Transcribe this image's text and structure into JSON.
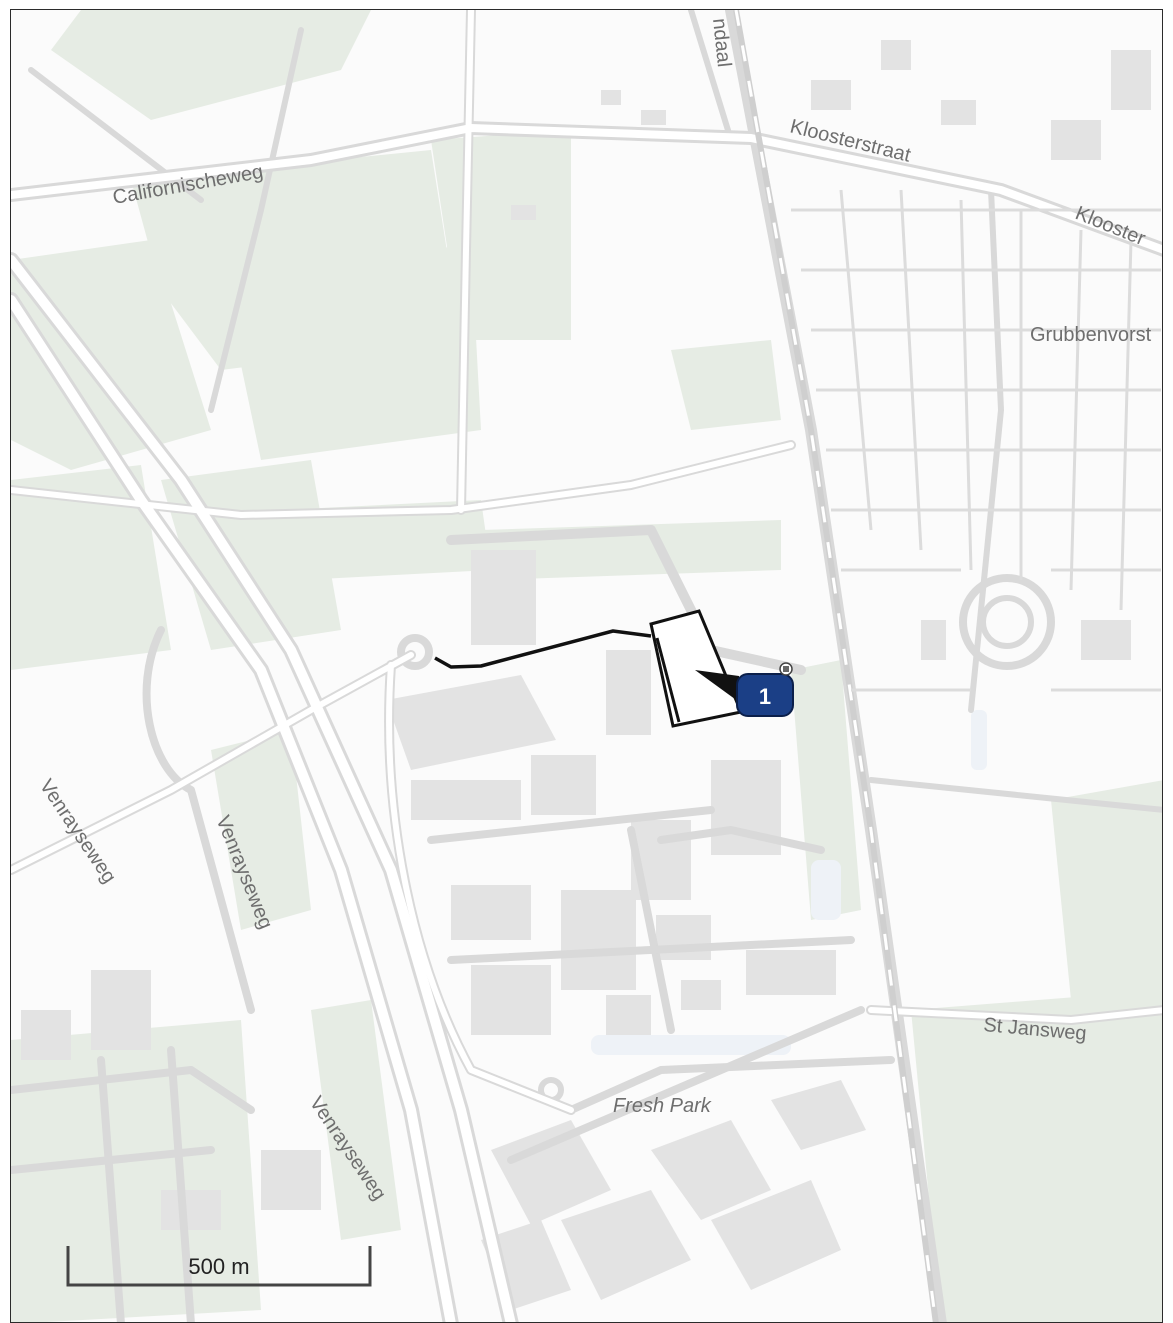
{
  "map": {
    "labels": {
      "californischeweg": "Californischeweg",
      "kloosterstraat": "Kloosterstraat",
      "kloosterstraat_cut": "Klooster",
      "grubbenvorst": "Grubbenvorst",
      "venrayseweg_a": "Venrayseweg",
      "venrayseweg_b": "Venrayseweg",
      "venrayseweg_c": "Venrayseweg",
      "st_jansweg": "St Jansweg",
      "fresh_park": "Fresh Park",
      "road_top_partial": "ndaal"
    },
    "marker": {
      "number": "1",
      "color": "#173f8a"
    },
    "scale_bar": {
      "label": "500 m"
    },
    "colors": {
      "green": "#e6ece4",
      "building": "#e3e3e3",
      "route": "#111111"
    }
  }
}
